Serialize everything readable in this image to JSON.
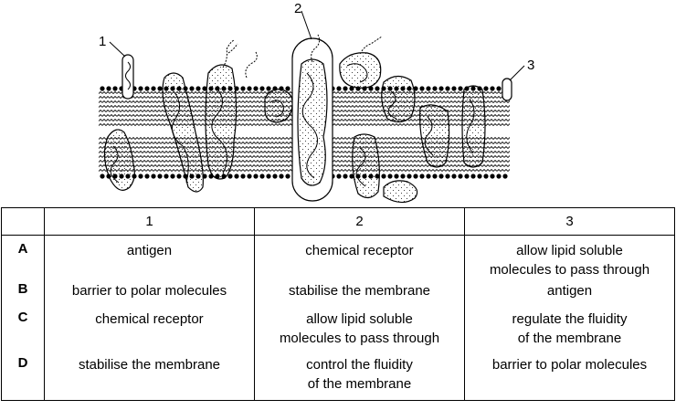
{
  "diagram": {
    "labels": [
      "1",
      "2",
      "3"
    ]
  },
  "table": {
    "header": [
      "",
      "1",
      "2",
      "3"
    ],
    "rows": [
      {
        "letter": "A",
        "c1": "antigen",
        "c2": "chemical receptor",
        "c3": "allow lipid soluble\nmolecules to pass through"
      },
      {
        "letter": "B",
        "c1": "barrier to polar molecules",
        "c2": "stabilise the membrane",
        "c3": "antigen"
      },
      {
        "letter": "C",
        "c1": "chemical receptor",
        "c2": "allow lipid soluble\nmolecules to pass through",
        "c3": "regulate the fluidity\nof the membrane"
      },
      {
        "letter": "D",
        "c1": "stabilise the membrane",
        "c2": "control the fluidity\nof the membrane",
        "c3": "barrier to polar molecules"
      }
    ]
  }
}
